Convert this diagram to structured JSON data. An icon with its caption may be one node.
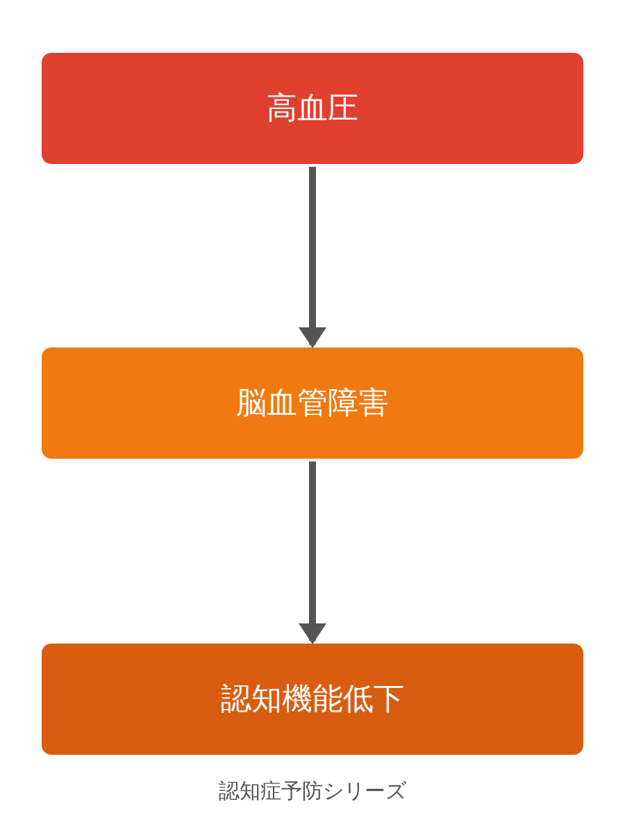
{
  "diagram": {
    "caption": "認知症予防シリーズ",
    "nodes": [
      {
        "text": [
          "高血圧"
        ]
      },
      {
        "text": [
          "脳血管障害"
        ]
      },
      {
        "text": [
          "認知機能低下"
        ]
      }
    ],
    "edges": [
      {
        "from": 0,
        "to": 1,
        "arrow": "to"
      },
      {
        "from": 1,
        "to": 2,
        "arrow": "to"
      }
    ]
  }
}
